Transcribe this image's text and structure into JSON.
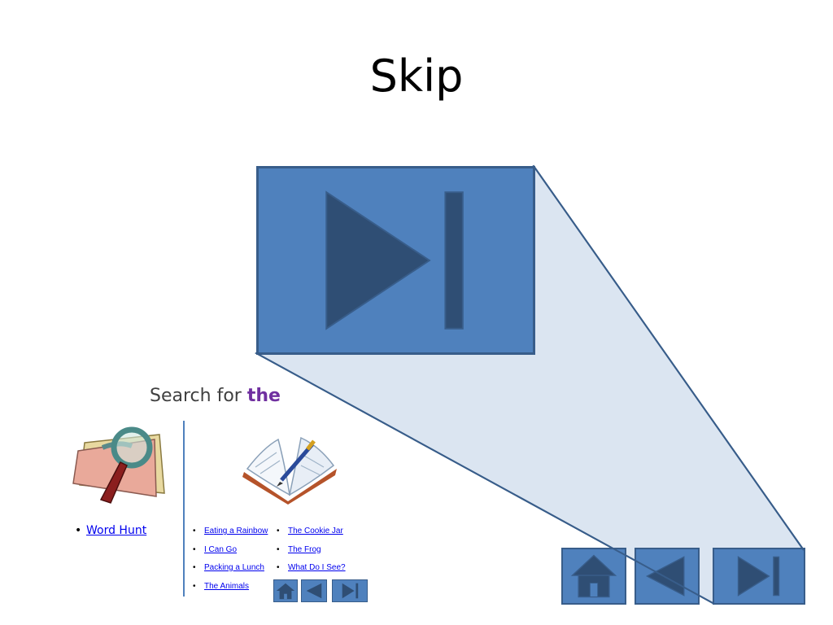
{
  "slide": {
    "title": "Skip"
  },
  "search": {
    "prefix": "Search for ",
    "word": "the"
  },
  "word_hunt": {
    "label": "Word Hunt"
  },
  "stories": {
    "column1": [
      "Eating a Rainbow",
      "I Can Go",
      "Packing a Lunch",
      "The Animals"
    ],
    "column2": [
      "The Cookie Jar",
      "The Frog",
      "What Do I See?"
    ]
  },
  "icons": {
    "skip": "skip-forward-icon",
    "back": "back-triangle-icon",
    "home": "home-icon",
    "search_clipart": "magnifying-glass-icon",
    "book_clipart": "book-pen-icon"
  },
  "colors": {
    "button_fill": "#4f81bd",
    "button_border": "#385d8a",
    "icon_dark": "#2f4e74",
    "zoom_fill": "#dbe5f1",
    "highlight_word": "#7030a0",
    "link": "#0000ee"
  }
}
